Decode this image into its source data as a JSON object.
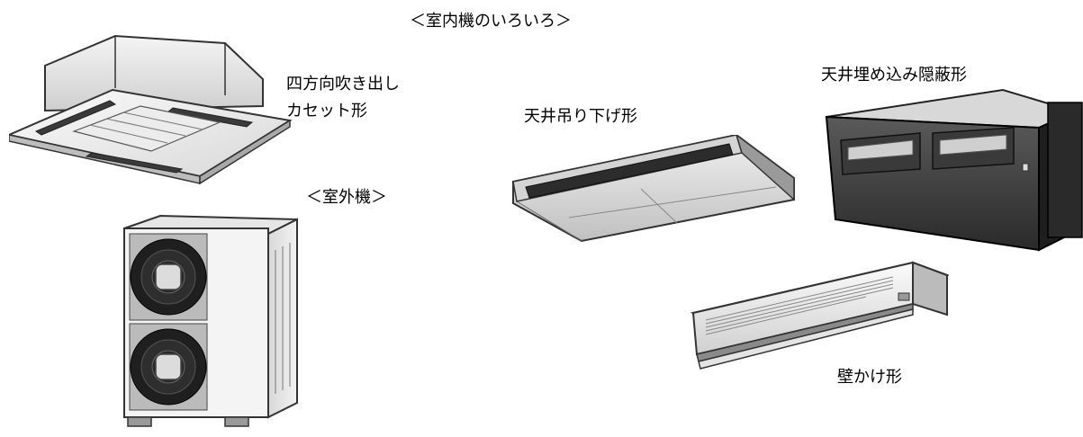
{
  "title": "＜室内機のいろいろ＞",
  "labels": {
    "cassette_line1": "四方向吹き出し",
    "cassette_line2": "カセット形",
    "outdoor": "＜室外機＞",
    "ceiling_suspended": "天井吊り下げ形",
    "ceiling_concealed": "天井埋め込み隠蔽形",
    "wall_mounted": "壁かけ形"
  },
  "colors": {
    "outline": "#333333",
    "panel_light": "#f0f0f0",
    "panel_mid": "#c8c8c8",
    "panel_dark": "#3a3a3a",
    "fan_dark": "#1f1f1f"
  }
}
